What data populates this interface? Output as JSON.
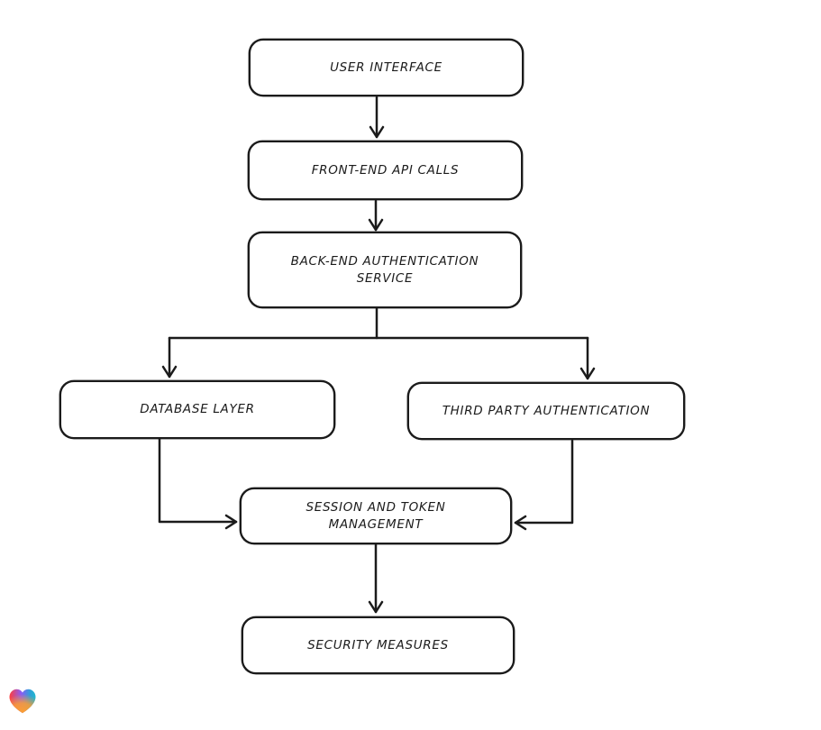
{
  "diagram": {
    "type": "flowchart",
    "style": "hand-drawn",
    "nodes": [
      {
        "id": "user-interface",
        "label": "USER INTERFACE"
      },
      {
        "id": "front-end-api-calls",
        "label": "FRONT-END API CALLS"
      },
      {
        "id": "back-end-authentication-service",
        "label": "BACK-END AUTHENTICATION SERVICE"
      },
      {
        "id": "database-layer",
        "label": "DATABASE LAYER"
      },
      {
        "id": "third-party-authentication",
        "label": "THIRD PARTY AUTHENTICATION"
      },
      {
        "id": "session-and-token-management",
        "label": "SESSION AND TOKEN MANAGEMENT"
      },
      {
        "id": "security-measures",
        "label": "SECURITY MEASURES"
      }
    ],
    "edges": [
      {
        "from": "user-interface",
        "to": "front-end-api-calls",
        "arrow": "down"
      },
      {
        "from": "front-end-api-calls",
        "to": "back-end-authentication-service",
        "arrow": "down"
      },
      {
        "from": "back-end-authentication-service",
        "to": "database-layer",
        "arrow": "branch-left-down"
      },
      {
        "from": "back-end-authentication-service",
        "to": "third-party-authentication",
        "arrow": "branch-right-down"
      },
      {
        "from": "database-layer",
        "to": "session-and-token-management",
        "arrow": "down-then-right"
      },
      {
        "from": "third-party-authentication",
        "to": "session-and-token-management",
        "arrow": "down-then-left"
      },
      {
        "from": "session-and-token-management",
        "to": "security-measures",
        "arrow": "down"
      }
    ],
    "colors": {
      "stroke": "#1b1b1b",
      "node_fill": "#ffffff",
      "background": "#ffffff"
    },
    "logo": {
      "name": "gradient-heart-logo",
      "colors": [
        "#ff3d3d",
        "#8a5cf5",
        "#20b8cd",
        "#ff9f2e"
      ]
    }
  }
}
